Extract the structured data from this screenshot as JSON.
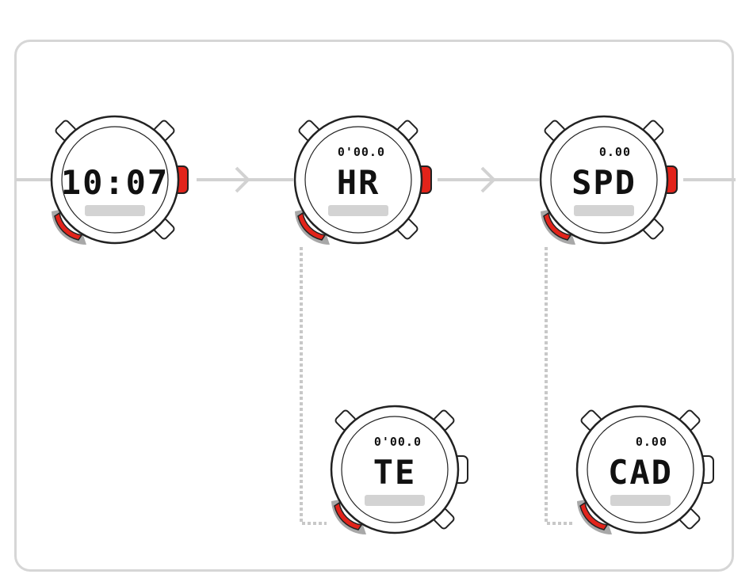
{
  "colors": {
    "frame": "#d6d6d6",
    "connector": "#d2d2d2",
    "dotted": "#c8c8c8",
    "watch_outline": "#222222",
    "button_red": "#e2231a",
    "lap_button_gray": "#a8a8a8",
    "bar_gray": "#d3d3d3"
  },
  "watches": [
    {
      "main": "10:07",
      "small": ""
    },
    {
      "main": "HR",
      "small": "0'00.0"
    },
    {
      "main": "SPD",
      "small": "0.00"
    },
    {
      "main": "TE",
      "small": "0'00.0"
    },
    {
      "main": "CAD",
      "small": "0.00"
    }
  ],
  "icons": [
    "arrow-right-icon",
    "arrow-right-icon"
  ]
}
